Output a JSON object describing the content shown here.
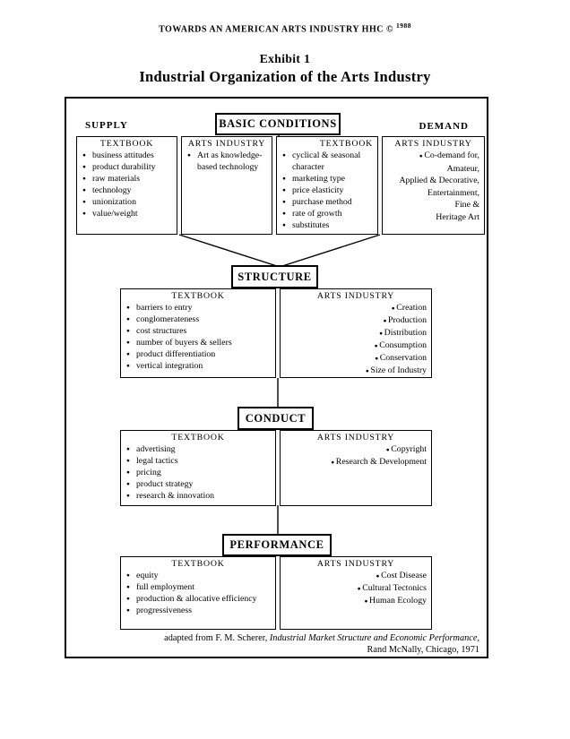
{
  "page": {
    "header_title": "TOWARDS AN AMERICAN ARTS INDUSTRY  HHC  ©",
    "header_year": "1988",
    "exhibit_label": "Exhibit 1",
    "title": "Industrial Organization of the Arts Industry"
  },
  "labels": {
    "supply": "SUPPLY",
    "demand": "DEMAND",
    "basic_conditions": "BASIC CONDITIONS",
    "structure": "STRUCTURE",
    "conduct": "CONDUCT",
    "performance": "PERFORMANCE"
  },
  "basic_conditions": {
    "supply_textbook": {
      "header": "TEXTBOOK",
      "items": [
        "business attitudes",
        "product durability",
        "raw materials",
        "technology",
        "unionization",
        "value/weight"
      ]
    },
    "supply_arts_industry": {
      "header": "ARTS INDUSTRY",
      "items": [
        "Art as knowledge-based technology"
      ]
    },
    "demand_textbook": {
      "header": "TEXTBOOK",
      "items": [
        "cyclical & seasonal character",
        "marketing type",
        "price elasticity",
        "purchase method",
        "rate of growth",
        "substitutes"
      ]
    },
    "demand_arts_industry": {
      "header": "ARTS INDUSTRY",
      "first_line": "Co-demand for,",
      "lines": [
        "Amateur,",
        "Applied & Decorative,",
        "Entertainment,",
        "Fine &",
        "Heritage Art"
      ]
    }
  },
  "structure": {
    "textbook": {
      "header": "TEXTBOOK",
      "items": [
        "barriers to entry",
        "conglomerateness",
        "cost structures",
        "number of buyers & sellers",
        "product differentiation",
        "vertical integration"
      ]
    },
    "arts_industry": {
      "header": "ARTS INDUSTRY",
      "items": [
        "Creation",
        "Production",
        "Distribution",
        "Consumption",
        "Conservation",
        "Size of Industry"
      ]
    }
  },
  "conduct": {
    "textbook": {
      "header": "TEXTBOOK",
      "items": [
        "advertising",
        "legal tactics",
        "pricing",
        "product strategy",
        "research & innovation"
      ]
    },
    "arts_industry": {
      "header": "ARTS INDUSTRY",
      "items": [
        "Copyright",
        "Research & Development"
      ]
    }
  },
  "performance": {
    "textbook": {
      "header": "TEXTBOOK",
      "items": [
        "equity",
        "full employment",
        "production & allocative efficiency",
        "progressiveness"
      ]
    },
    "arts_industry": {
      "header": "ARTS INDUSTRY",
      "items": [
        "Cost Disease",
        "Cultural Tectonics",
        "Human Ecology"
      ]
    }
  },
  "citation": {
    "prefix": "adapted from F. M. Scherer, ",
    "work_title": "Industrial Market Structure and Economic Performance,",
    "line2": "Rand McNally, Chicago, 1971"
  },
  "colors": {
    "ink": "#000000",
    "paper": "#ffffff"
  }
}
